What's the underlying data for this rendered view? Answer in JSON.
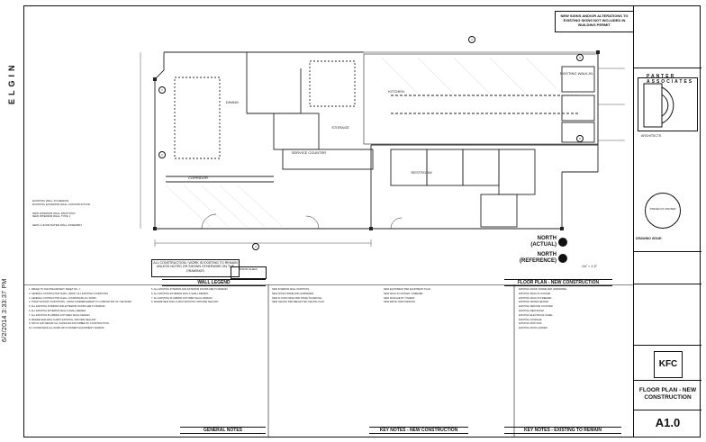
{
  "street_label": "ELGIN",
  "print_stamp": "6/2/2014 3:33:37 PM",
  "notice": "NEW SIGNS AND/OR ALTERATIONS TO EXISTING SIGNS NOT INCLUDED IN BUILDING PERMIT",
  "north": {
    "actual_line1": "NORTH",
    "actual_line2": "(ACTUAL)",
    "reference_line1": "NORTH",
    "reference_line2": "(REFERENCE)"
  },
  "scale": "1/4\" = 1'-0\"",
  "construction_note": "ALL CONSTRUCTION / WORK IS EXISTING TO REMAIN UNLESS NOTED OR SHOWN OTHERWISE ON THE DRAWINGS",
  "key_small": "WOOD SHELF",
  "section_titles": {
    "floor_plan": "FLOOR PLAN - NEW CONSTRUCTION",
    "floor_plan_scale": "1/4\" = 1'-0\"",
    "wall_legend": "WALL LEGEND",
    "general_notes": "GENERAL NOTES",
    "key_notes_new": "KEY NOTES - NEW CONSTRUCTION",
    "key_notes_existing": "KEY NOTES - EXISTING TO REMAIN"
  },
  "wall_legend": [
    "EXISTING WALL TO REMAIN",
    "EXISTING EXTERIOR WALL CONSTRUCTION",
    "NEW INTERIOR WALL PARTITION",
    "NEW INTERIOR WALL TYPE 1",
    "NEW 1 HOUR RATED WALL ASSEMBLY"
  ],
  "general_notes": [
    "1. REFER TO THE PRELIMINARY SHEET NO. 1",
    "2. GENERAL CONTRACTOR SHALL VERIFY ALL EXISTING CONDITIONS.",
    "3. GENERAL CONTRACTOR SHALL COORDINATE ALL WORK.",
    "4. TOILET ROOMS / PARTITIONS - FROM COMMENCEMENT TO COMPLETION OF THE WORK.",
    "5. ALL EXISTING INTERIOR AND EXTERIOR DOORS ARE TO REMAIN.",
    "6. ALL EXISTING EXTERIOR WALLS SHALL REMAIN.",
    "7. ALL EXISTING PLUMBING FIXTURES SHALL REMAIN.",
    "8. WHERE NEW WALLS ABUT EXISTING, PROVIDE SEALANT.",
    "9. PATCH AND REPAIR ALL SURFACES DISTURBED BY CONSTRUCTION.",
    "10. COORDINATE ALL WORK WITH OWNER'S EQUIPMENT VENDOR."
  ],
  "key_notes_new": [
    "NEW INTERIOR WALL PARTITION.",
    "NEW DOOR FRAME AND HARDWARE.",
    "NEW FLOOR FINISH PER FINISH SCHEDULE.",
    "NEW CEILING PER REFLECTED CEILING PLAN.",
    "NEW EQUIPMENT PER EQUIPMENT PLAN.",
    "NEW WALK-IN COOLER / FREEZER.",
    "NEW SIGNAGE BY OTHERS.",
    "NEW DRIVE-THRU WINDOW."
  ],
  "key_notes_existing": [
    "EXISTING DOOR, FRAME AND HARDWARE",
    "EXISTING WALK-IN COOLER",
    "EXISTING WALK-IN FREEZER",
    "EXISTING WATER HEATER",
    "EXISTING SERVICE COUNTER",
    "EXISTING RESTROOM",
    "EXISTING ELECTRICAL PANEL",
    "EXISTING STORAGE",
    "EXISTING MOP SINK",
    "EXISTING ROOF LADDER"
  ],
  "title_block": {
    "firm": "PANTER ASSOCIATES",
    "firm_sub": "ARCHITECTS",
    "seal": "STEVEN M. PANTER",
    "brand": "KFC",
    "sheet_name": "FLOOR PLAN - NEW CONSTRUCTION",
    "sheet_number": "A1.0",
    "drawing_issue": "DRAWING ISSUE:"
  },
  "rooms": [
    "DINING",
    "KITCHEN",
    "RESTROOM",
    "STORAGE",
    "EXISTING WALK-IN",
    "SERVICE COUNTER",
    "CORRIDOR"
  ]
}
